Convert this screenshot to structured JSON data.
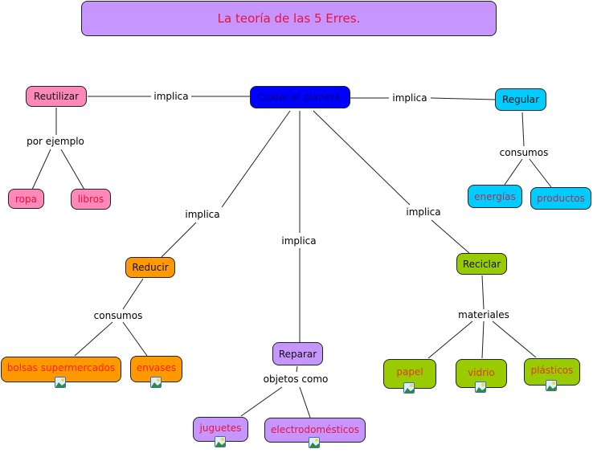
{
  "title": "La teoría de las 5 Erres.",
  "colors": {
    "title_bg": "#c795fe",
    "title_text": "#e6143f",
    "center_bg": "#0000ff",
    "pink_bg": "#fe88b8",
    "cyan_bg": "#00ccff",
    "orange_bg": "#ff9900",
    "purple_bg": "#c795fe",
    "green_bg": "#99cc00",
    "child_text_red": "#e6143f"
  },
  "concepts": {
    "center": "Cuidar el planeta.",
    "reutilizar": "Reutilizar",
    "regular": "Regular",
    "reducir": "Reducir",
    "reparar": "Reparar",
    "reciclar": "Reciclar",
    "ropa": "ropa",
    "libros": "libros",
    "energias": "energías",
    "productos": "productos",
    "bolsas": "bolsas supermercados",
    "envases": "envases",
    "juguetes": "juguetes",
    "electrodomesticos": "electrodomésticos",
    "papel": "papel",
    "vidrio": "vidrio",
    "plasticos": "plásticos"
  },
  "link_labels": {
    "implica_reutilizar": "implica",
    "implica_regular": "implica",
    "implica_reducir": "implica",
    "implica_reparar": "implica",
    "implica_reciclar": "implica",
    "por_ejemplo": "por ejemplo",
    "consumos_regular": "consumos",
    "consumos_reducir": "consumos",
    "objetos_como": "objetos como",
    "materiales": "materiales"
  },
  "icons": {
    "attached_resource": "image-icon"
  }
}
